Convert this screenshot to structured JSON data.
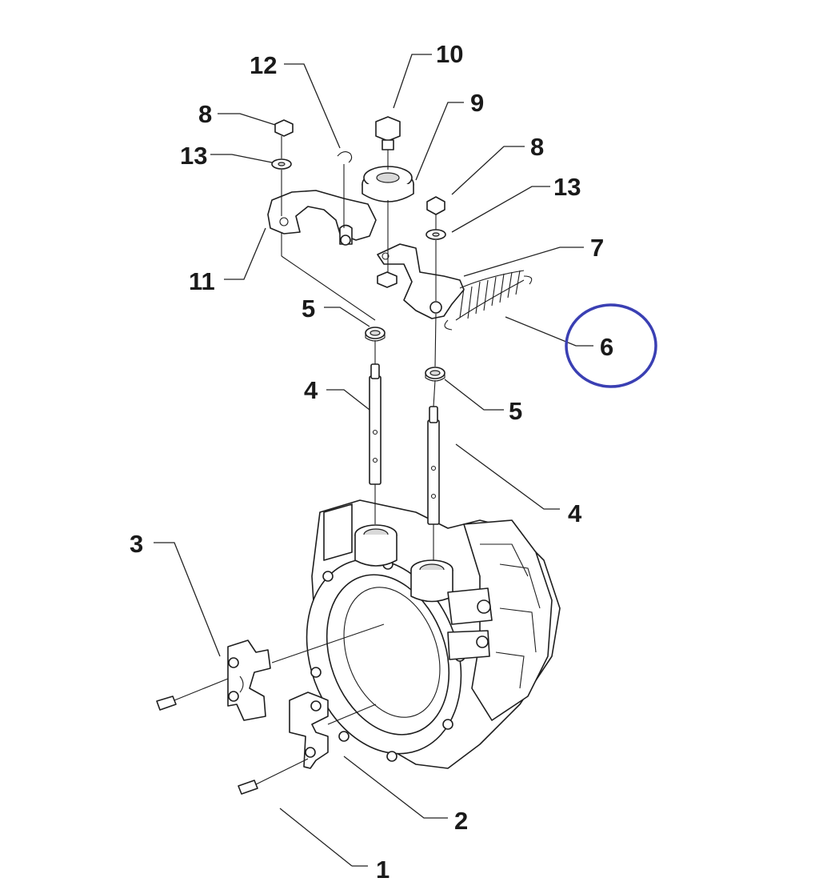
{
  "callouts": {
    "c1": "1",
    "c2": "2",
    "c3": "3",
    "c4a": "4",
    "c4b": "4",
    "c5a": "5",
    "c5b": "5",
    "c6": "6",
    "c7": "7",
    "c8a": "8",
    "c8b": "8",
    "c9": "9",
    "c10": "10",
    "c11": "11",
    "c12": "12",
    "c13a": "13",
    "c13b": "13"
  },
  "highlight": {
    "target": "6",
    "color": "#3a3fb3"
  },
  "colors": {
    "ink": "#1e1e1e",
    "shade": "#d9d9d9",
    "background": "#ffffff"
  }
}
